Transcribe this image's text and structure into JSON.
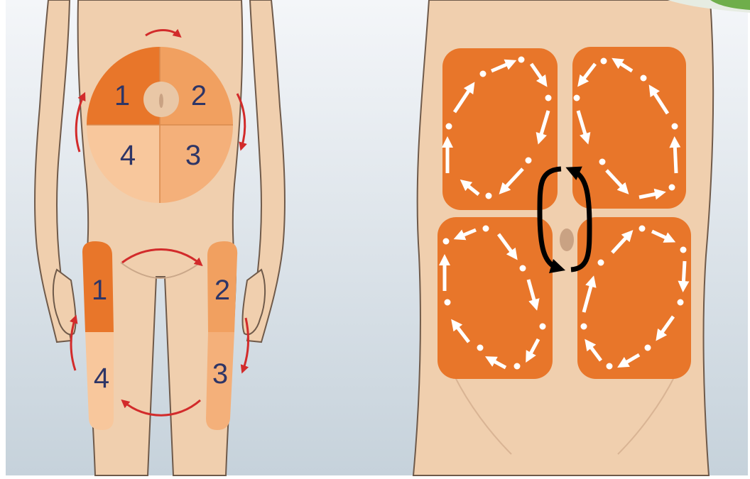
{
  "colors": {
    "background_top": "#f2f5f8",
    "background_bottom": "#c7d3dc",
    "skin": "#f0cfae",
    "skin_outline": "#6f5a4a",
    "zone_dark": "#e8762a",
    "zone_mid": "#f1a060",
    "zone_light": "#f8c79c",
    "rotation_arrow": "#d22b2b",
    "dots_arrows": "#ffffff",
    "cycle_arrow": "#000000",
    "number_text": "#2e3566"
  },
  "left_figure": {
    "abdomen_zones": {
      "top_left": "1",
      "top_right": "2",
      "bottom_right": "3",
      "bottom_left": "4"
    },
    "thigh_zones": {
      "right_top": "1",
      "left_top": "2",
      "left_bottom": "3",
      "right_bottom": "4"
    }
  },
  "right_figure": {
    "quadrants": [
      "top-left",
      "top-right",
      "bottom-left",
      "bottom-right"
    ],
    "center_icon": "rotation-cycle-icon"
  }
}
